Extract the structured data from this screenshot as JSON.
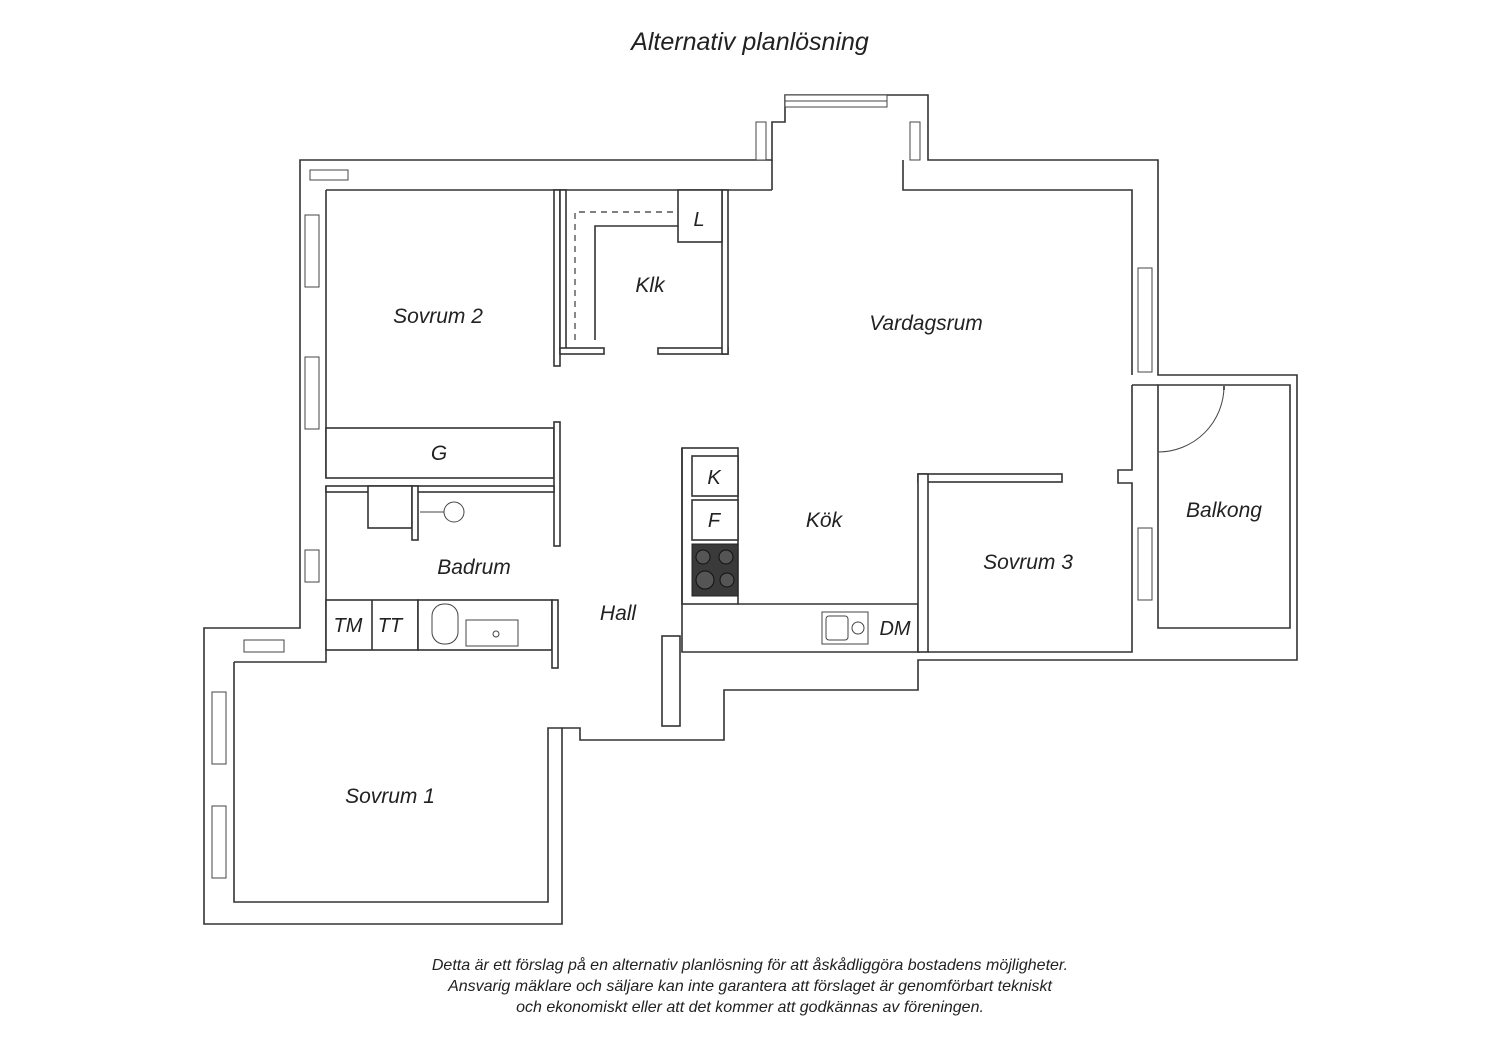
{
  "title": "Alternativ planlösning",
  "rooms": {
    "sovrum2": "Sovrum 2",
    "klk": "Klk",
    "l": "L",
    "vardagsrum": "Vardagsrum",
    "g": "G",
    "k": "K",
    "f": "F",
    "kok": "Kök",
    "badrum": "Badrum",
    "hall": "Hall",
    "tm": "TM",
    "tt": "TT",
    "dm": "DM",
    "sovrum3": "Sovrum 3",
    "balkong": "Balkong",
    "sovrum1": "Sovrum 1"
  },
  "disclaimer": {
    "line1": "Detta är ett förslag på en alternativ planlösning för att åskådliggöra bostadens möjligheter.",
    "line2": "Ansvarig mäklare och säljare kan inte garantera att förslaget är genomförbart tekniskt",
    "line3": "och ekonomiskt eller att det kommer att godkännas av föreningen."
  },
  "colors": {
    "wall_stroke": "#333333",
    "stove": "#3a3a3a"
  }
}
